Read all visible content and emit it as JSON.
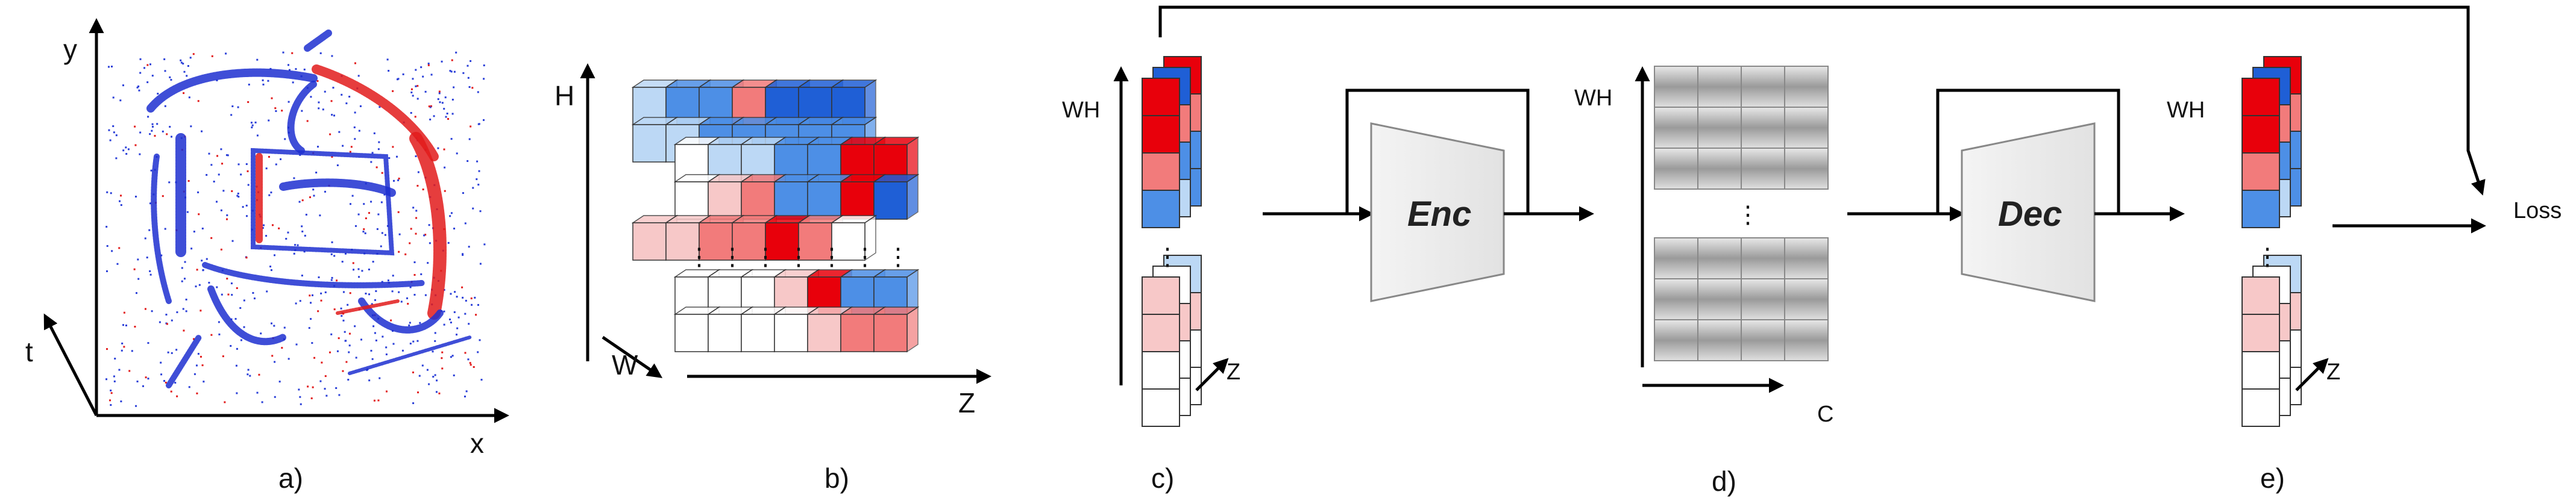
{
  "panels": {
    "a": {
      "caption": "a)",
      "axis_y": "y",
      "axis_x": "x",
      "axis_t": "t"
    },
    "b": {
      "caption": "b)",
      "axis_h": "H",
      "axis_w": "W",
      "axis_z": "Z"
    },
    "c": {
      "caption": "c)",
      "axis_wh": "WH",
      "axis_z": "Z"
    },
    "d": {
      "caption": "d)",
      "axis_wh": "WH",
      "axis_c": "C"
    },
    "e": {
      "caption": "e)",
      "axis_wh": "WH",
      "axis_z": "Z",
      "loss_label": "Loss"
    }
  },
  "blocks": {
    "encoder": "Enc",
    "decoder": "Dec"
  },
  "colors": {
    "red": "#e8000b",
    "mid_red": "#f27b7b",
    "light_red": "#f7c8c8",
    "blue": "#1f5fd6",
    "mid_blue": "#4d8fe6",
    "light_blue": "#bcd8f5",
    "white": "#ffffff",
    "gray_trapezoid": "#eeeeee"
  }
}
